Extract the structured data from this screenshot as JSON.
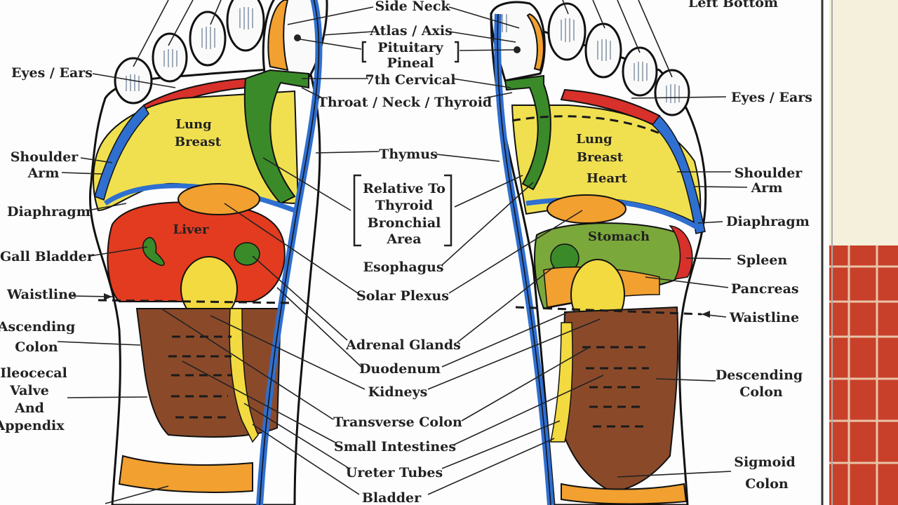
{
  "colors": {
    "background": "#f6f6f6",
    "paper": "#fdfdfd",
    "spine": "#2f6fd0",
    "lung": "#f0e050",
    "liver": "#e23b20",
    "orange": "#f2a030",
    "green": "#3a8a2a",
    "colon": "#8a4a2a",
    "shoulderRed": "#d8302a",
    "kidney": "#f2da40",
    "floorRed": "#c8402a",
    "wall": "#f4f0dc"
  },
  "header": {
    "corner_title": "Left Bottom"
  },
  "center_labels": {
    "side_neck": "Side Neck",
    "atlas_axis": "Atlas / Axis",
    "pituitary": "Pituitary",
    "pineal": "Pineal",
    "cervical": "7th Cervical",
    "throat": "Throat / Neck / Thyroid",
    "thymus": "Thymus",
    "relative_1": "Relative To",
    "relative_2": "Thyroid",
    "relative_3": "Bronchial",
    "relative_4": "Area",
    "esophagus": "Esophagus",
    "solar_plexus": "Solar Plexus",
    "adrenal": "Adrenal Glands",
    "duodenum": "Duodenum",
    "kidneys": "Kidneys",
    "transverse": "Transverse Colon",
    "small_intestines": "Small Intestines",
    "ureter": "Ureter Tubes",
    "bladder": "Bladder"
  },
  "left_labels": {
    "eyes_ears": "Eyes / Ears",
    "shoulder": "Shoulder",
    "arm": "Arm",
    "diaphragm": "Diaphragm",
    "gall": "Gall Bladder",
    "waistline": "Waistline",
    "ascending_1": "Ascending",
    "ascending_2": "Colon",
    "ileo_1": "Ileocecal",
    "ileo_2": "Valve",
    "ileo_3": "And",
    "ileo_4": "Appendix"
  },
  "right_labels": {
    "eyes_ears": "Eyes / Ears",
    "shoulder": "Shoulder",
    "arm": "Arm",
    "diaphragm": "Diaphragm",
    "spleen": "Spleen",
    "pancreas": "Pancreas",
    "waistline": "Waistline",
    "descending_1": "Descending",
    "descending_2": "Colon",
    "sigmoid_1": "Sigmoid",
    "sigmoid_2": "Colon"
  },
  "inner_labels": {
    "left_lung": "Lung",
    "left_breast": "Breast",
    "liver": "Liver",
    "right_lung": "Lung",
    "right_breast": "Breast",
    "heart": "Heart",
    "stomach": "Stomach"
  }
}
